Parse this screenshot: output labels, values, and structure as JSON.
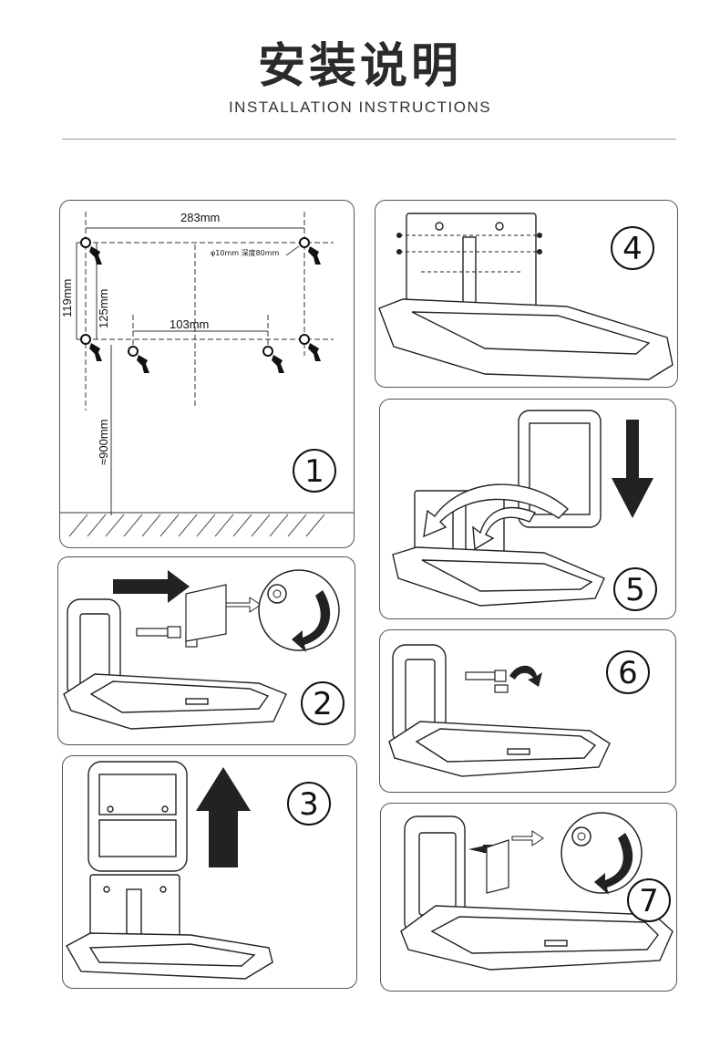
{
  "header": {
    "title_cn": "安装说明",
    "title_en": "INSTALLATION INSTRUCTIONS"
  },
  "step1": {
    "number": "1",
    "dim_width": "283mm",
    "dim_hole": "φ10mm 深度80mm",
    "dim_119": "119mm",
    "dim_125": "125mm",
    "dim_103": "103mm",
    "dim_900": "≈900mm"
  },
  "step2": {
    "number": "2"
  },
  "step3": {
    "number": "3"
  },
  "step4": {
    "number": "4"
  },
  "step5": {
    "number": "5"
  },
  "step6": {
    "number": "6"
  },
  "step7": {
    "number": "7"
  },
  "colors": {
    "line": "#222222",
    "arrow": "#222222",
    "panel_border": "#555555"
  }
}
